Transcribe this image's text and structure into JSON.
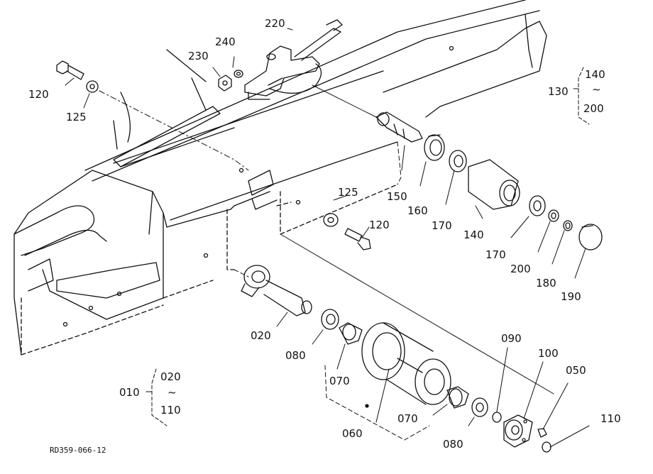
{
  "diagram": {
    "drawing_code": "RD359-066-12",
    "parts": {
      "p220": "220",
      "p240": "240",
      "p230": "230",
      "p120a": "120",
      "p125a": "125",
      "p150": "150",
      "p160": "160",
      "p170a": "170",
      "p140": "140",
      "p125b": "125",
      "p120b": "120",
      "p170b": "170",
      "p200": "200",
      "p180": "180",
      "p190": "190",
      "p020": "020",
      "p080a": "080",
      "p070a": "070",
      "p060": "060",
      "p070b": "070",
      "p080b": "080",
      "p090": "090",
      "p100": "100",
      "p050": "050",
      "p110": "110"
    },
    "group_right": {
      "ref": "130",
      "from": "140",
      "to": "200",
      "sep": "~"
    },
    "group_left": {
      "ref": "010",
      "from": "020",
      "to": "110",
      "sep": "~"
    }
  }
}
